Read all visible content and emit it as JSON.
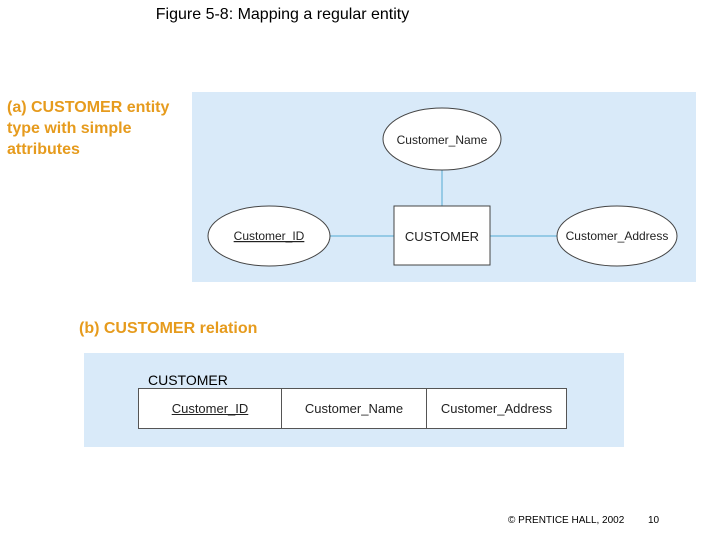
{
  "title": "Figure 5-8: Mapping a regular entity",
  "caption_a": "(a) CUSTOMER entity type with simple attributes",
  "caption_b": "(b) CUSTOMER relation",
  "er_diagram": {
    "entity": "CUSTOMER",
    "attributes": {
      "top": "Customer_Name",
      "left": "Customer_ID",
      "right": "Customer_Address"
    }
  },
  "relation": {
    "name": "CUSTOMER",
    "columns": [
      {
        "label": "Customer_ID",
        "primary_key": true
      },
      {
        "label": "Customer_Name",
        "primary_key": false
      },
      {
        "label": "Customer_Address",
        "primary_key": false
      }
    ]
  },
  "footer": {
    "copyright": "© PRENTICE HALL, 2002",
    "page": "10"
  },
  "colors": {
    "caption": "#e69b1d",
    "panel": "#d9eaf9",
    "connector": "#7fbfdf"
  }
}
